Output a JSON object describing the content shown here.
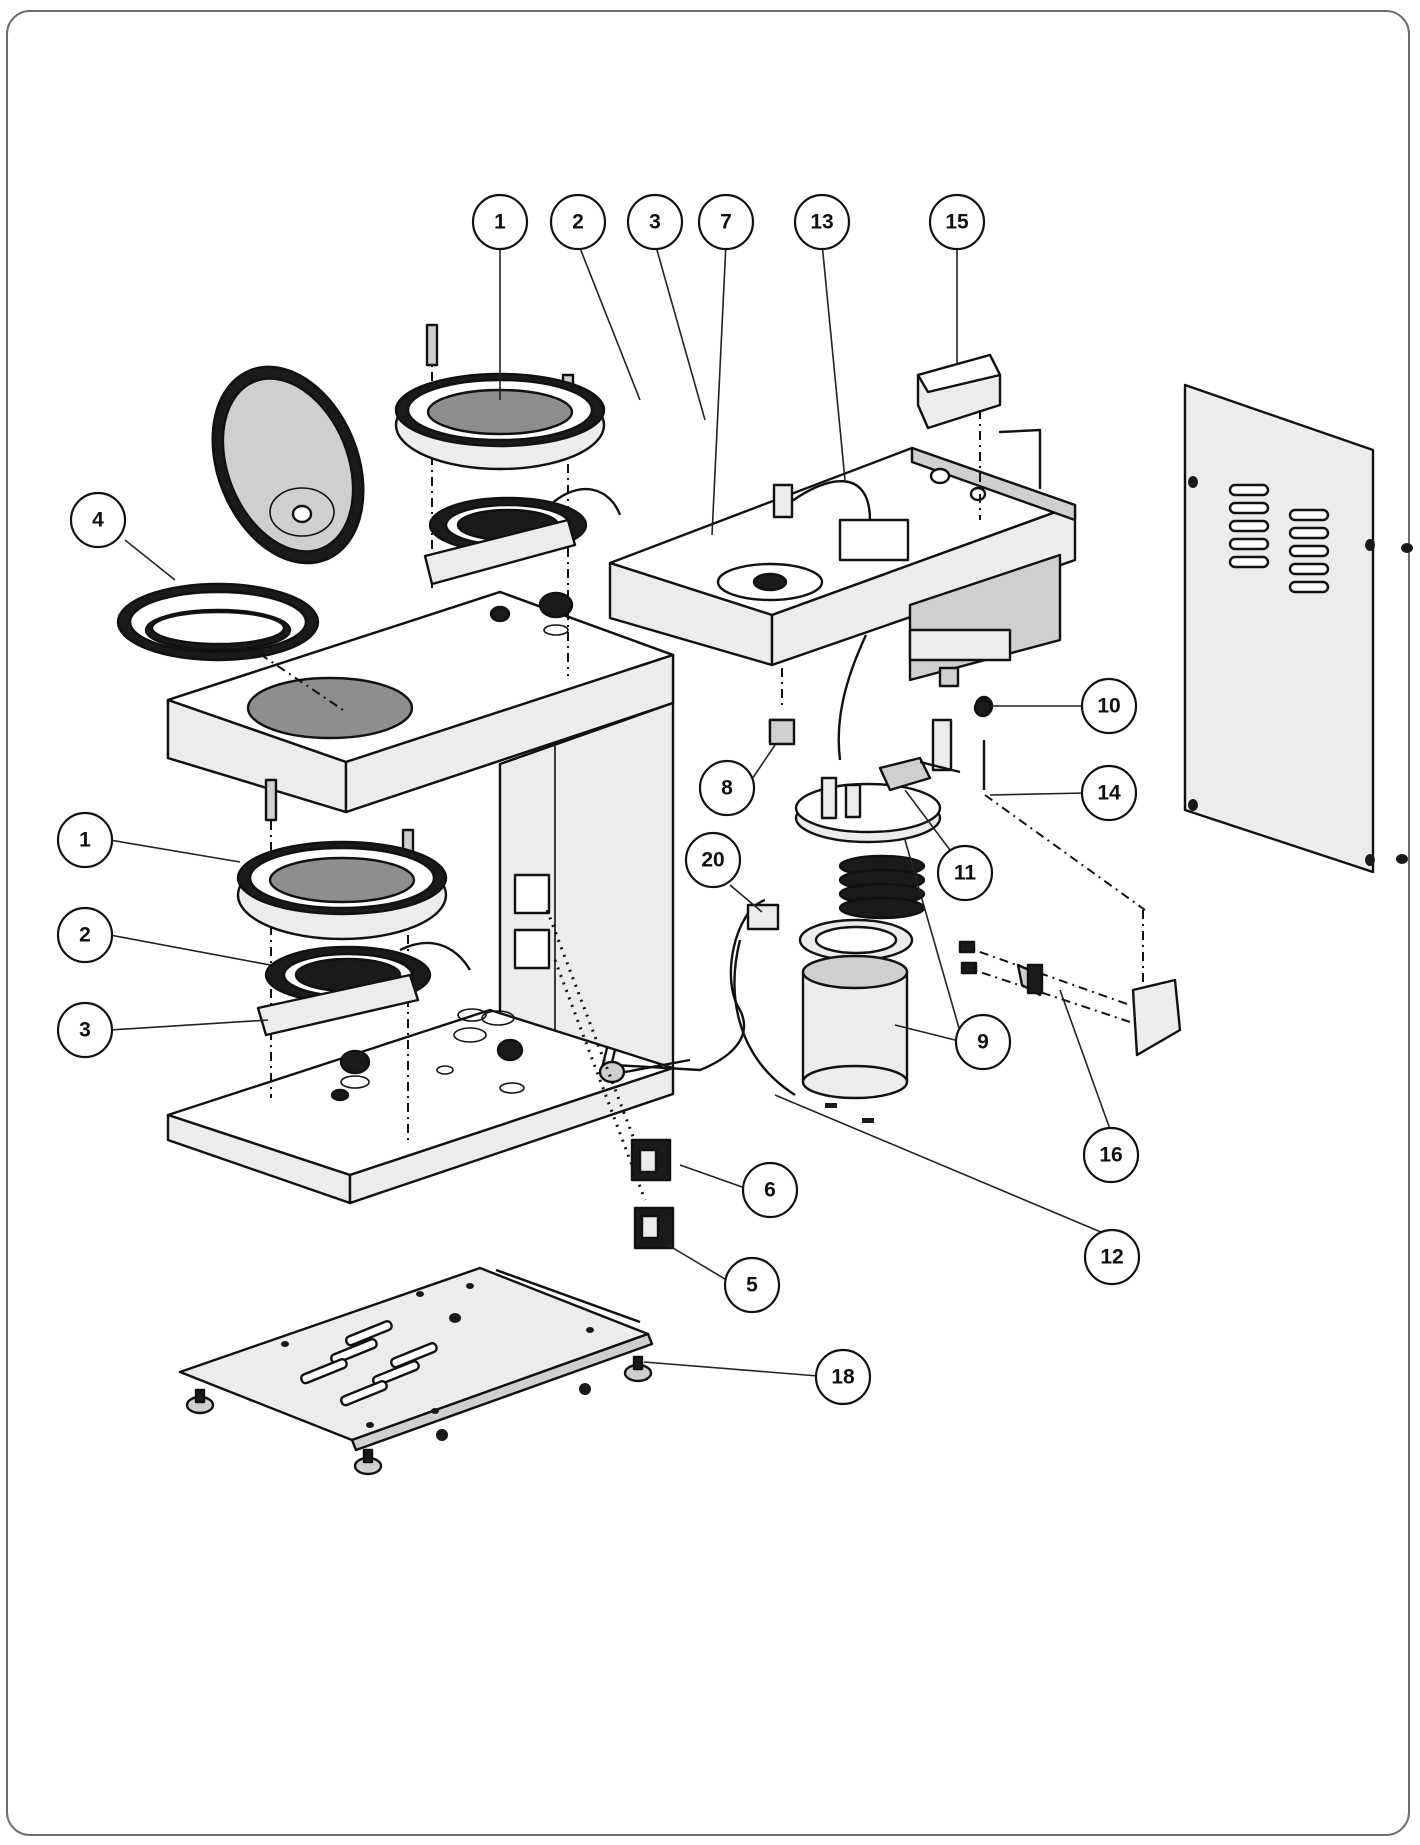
{
  "callouts": [
    {
      "id": "c-top-1",
      "label": "1"
    },
    {
      "id": "c-top-2",
      "label": "2"
    },
    {
      "id": "c-top-3",
      "label": "3"
    },
    {
      "id": "c-top-7",
      "label": "7"
    },
    {
      "id": "c-top-13",
      "label": "13"
    },
    {
      "id": "c-top-15",
      "label": "15"
    },
    {
      "id": "c-4",
      "label": "4"
    },
    {
      "id": "c-10",
      "label": "10"
    },
    {
      "id": "c-8",
      "label": "8"
    },
    {
      "id": "c-14",
      "label": "14"
    },
    {
      "id": "c-1-lower",
      "label": "1"
    },
    {
      "id": "c-20",
      "label": "20"
    },
    {
      "id": "c-11",
      "label": "11"
    },
    {
      "id": "c-2-lower",
      "label": "2"
    },
    {
      "id": "c-3-lower",
      "label": "3"
    },
    {
      "id": "c-9",
      "label": "9"
    },
    {
      "id": "c-16",
      "label": "16"
    },
    {
      "id": "c-6",
      "label": "6"
    },
    {
      "id": "c-12",
      "label": "12"
    },
    {
      "id": "c-5",
      "label": "5"
    },
    {
      "id": "c-18",
      "label": "18"
    }
  ],
  "colors": {
    "line": "#111111",
    "plate": "#8e8e8e",
    "panel": "#ececec",
    "frame": "#6e6e6e"
  }
}
